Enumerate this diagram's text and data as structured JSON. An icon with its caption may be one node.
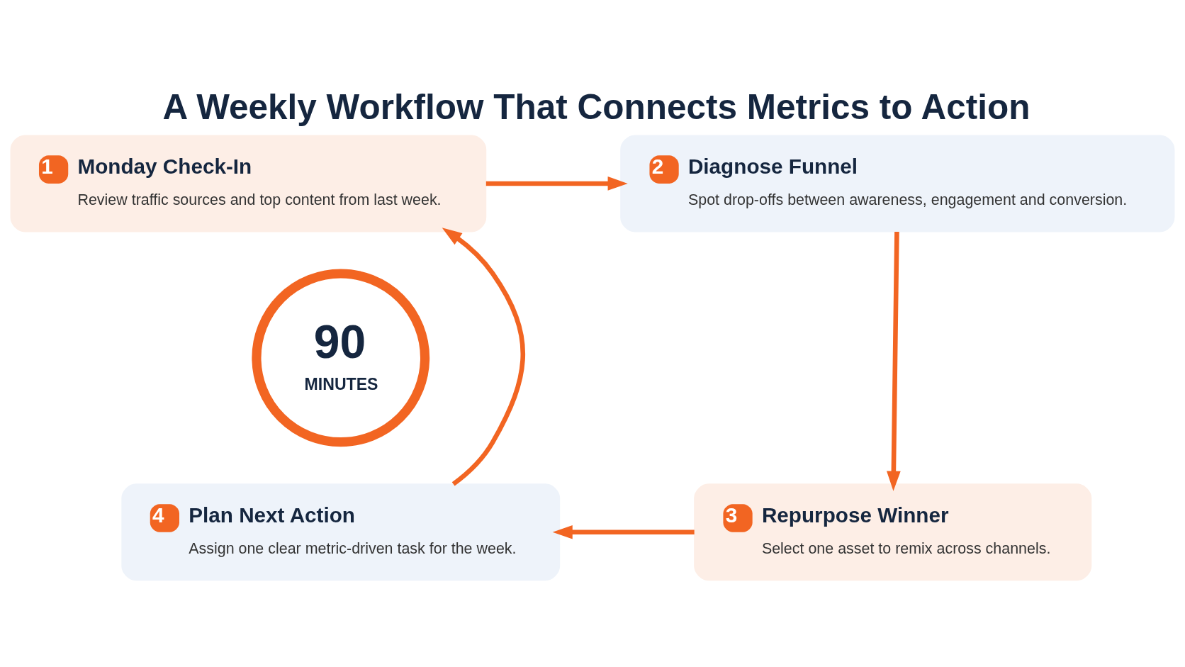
{
  "diagram": {
    "title": "A Weekly Workflow That Connects Metrics to Action",
    "nodes": [
      {
        "text": [
          "1",
          "Monday Check-In",
          "Review traffic sources and top content from last week."
        ]
      },
      {
        "text": [
          "2",
          "Diagnose Funnel",
          "Spot drop-offs between awareness, engagement and conversion."
        ]
      },
      {
        "text": [
          "90",
          "MINUTES"
        ]
      },
      {
        "text": [
          "4",
          "Plan Next Action",
          "Assign one clear metric-driven task for the week."
        ]
      },
      {
        "text": [
          "3",
          "Repurpose Winner",
          "Select one asset to remix across channels."
        ]
      }
    ],
    "edges": [
      {
        "from": 0,
        "to": 1,
        "arrow": "to"
      },
      {
        "from": 1,
        "to": 4,
        "arrow": "to"
      },
      {
        "from": 4,
        "to": 3,
        "arrow": "to"
      },
      {
        "from": 3,
        "to": 0,
        "arrow": "to"
      }
    ]
  }
}
